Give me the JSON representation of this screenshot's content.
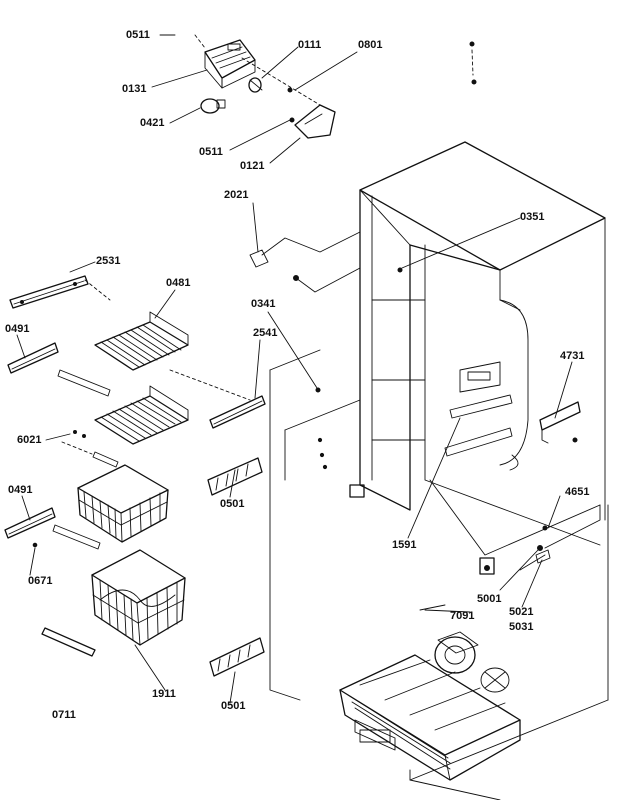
{
  "callouts": {
    "c0511_top": "0511",
    "c0111": "0111",
    "c0801": "0801",
    "c0131": "0131",
    "c0421": "0421",
    "c0511_mid": "0511",
    "c0121": "0121",
    "c2021": "2021",
    "c0351": "0351",
    "c2531": "2531",
    "c0481": "0481",
    "c0341": "0341",
    "c0491_top": "0491",
    "c2541": "2541",
    "c4731": "4731",
    "c6021": "6021",
    "c0491_bot": "0491",
    "c0501_top": "0501",
    "c4651": "4651",
    "c1591": "1591",
    "c0671": "0671",
    "c5001": "5001",
    "c5021": "5021",
    "c5031": "5031",
    "c7091": "7091",
    "c1911": "1911",
    "c0711": "0711",
    "c0501_bot": "0501"
  }
}
